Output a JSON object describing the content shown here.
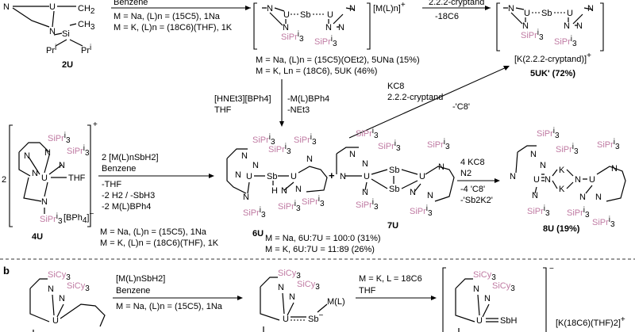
{
  "colors": {
    "uranium": "#1aa81a",
    "nitrogen": "#1a2fbf",
    "silicon": "#c07ba3",
    "antimony": "#8a2ac0",
    "metal": "#1a2fbf",
    "oxygen": "#d42020",
    "boron": "#d42020",
    "text": "#000000"
  },
  "elements": {
    "N": "N",
    "U": "U",
    "Si": "Si",
    "Sb": "Sb",
    "K": "K",
    "H": "H",
    "CH2": "CH",
    "CH3": "CH",
    "two": "2",
    "three": "3",
    "Pri": "Pr",
    "i": "i",
    "SiPr": "SiPr",
    "SiCy": "SiCy",
    "THF": "THF",
    "BPh4": "[BPh",
    "BPh4_close": "]",
    "charge_plus": "+",
    "charge_minus": "−",
    "ML": "M(L)",
    "SbH": "SbH",
    "equals_N": "N",
    "plus_sign": "+",
    "coeff_two": "2"
  },
  "top_left": {
    "label": "2U",
    "reagent": "Benzene",
    "line_na": "M = Na, (L)n = (15C5), 1Na",
    "line_k": "M = K, (L)n = (18C6)(THF), 1K"
  },
  "top_middle": {
    "line_na": "M = Na, (L)n = (15C5)(OEt2), 5UNa (15%)",
    "line_k": "M = K, Ln = (18C6), 5UK (46%)",
    "counter": "[M(L)n]",
    "reagent1": "2.2.2-cryptand",
    "reagent2": "-18C6"
  },
  "top_right": {
    "counter": "[K(2.2.2-cryptand)]",
    "label": "5UK' (72%)"
  },
  "arrow_down": {
    "left1": "[HNEt3][BPh4]",
    "left2": "THF",
    "right1": "-M(L)BPh4",
    "right2": "-NEt3"
  },
  "arrow_diag": {
    "line1": "KC8",
    "line2": "2.2.2-cryptand",
    "line3": "-'C8'"
  },
  "middle_left": {
    "label": "4U",
    "coeff": "2",
    "counter": "[BPh4]"
  },
  "middle_arrow": {
    "line1": "2 [M(L)nSbH2]",
    "line2": "Benzene",
    "line3": "-THF",
    "line4": "-2 H2 / -SbH3",
    "line5": "-2 M(L)BPh4",
    "line_na": "M = Na, (L)n = (15C5), 1Na",
    "line_k": "M = K, (L)n = (18C6)(THF), 1K"
  },
  "middle_products": {
    "label_6u": "6U",
    "label_7u": "7U",
    "line_na": "M = Na, 6U:7U = 100:0 (31%)",
    "line_k": "M = K, 6U:7U = 11:89 (26%)"
  },
  "right_arrow": {
    "line1": "4 KC8",
    "line2": "N2",
    "line3": "-4 'C8'",
    "line4": "-'Sb2K2'"
  },
  "right_product": {
    "label": "8U (19%)"
  },
  "section_b": {
    "letter": "b",
    "reagent1": "[M(L)nSbH2]",
    "reagent2": "Benzene",
    "reagent3": "M = Na, (L)n = (15C5), 1Na",
    "arrow2_1": "M = K, L = 18C6",
    "arrow2_2": "THF",
    "counter": "[K(18C6)(THF)2]"
  }
}
